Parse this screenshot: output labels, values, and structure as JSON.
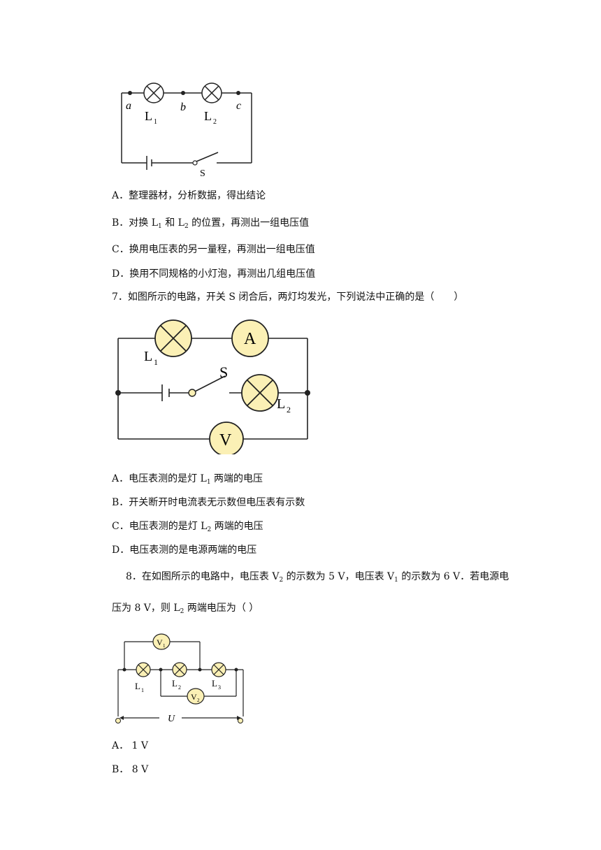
{
  "fig1": {
    "label_a": "a",
    "label_b": "b",
    "label_c": "c",
    "label_L1": "L",
    "label_L1_sub": "1",
    "label_L2": "L",
    "label_L2_sub": "2",
    "label_S": "S"
  },
  "q6_options": {
    "A": "A．整理器材，分析数据，得出结论",
    "B_pre": "B．对换 L",
    "B_sub1": "1",
    "B_mid": " 和 L",
    "B_sub2": "2",
    "B_post": " 的位置，再测出一组电压值",
    "C": "C．换用电压表的另一量程，再测出一组电压值",
    "D": "D．换用不同规格的小灯泡，再测出几组电压值"
  },
  "q7": {
    "stem": "7．如图所示的电路，开关 S 闭合后，两灯均发光，下列说法中正确的是（　　）",
    "fig": {
      "A": "A",
      "V": "V",
      "S": "S",
      "L1": "L",
      "L1_sub": "1",
      "L2": "L",
      "L2_sub": "2"
    },
    "A_pre": "A．电压表测的是灯 L",
    "A_sub": "1",
    "A_post": " 两端的电压",
    "B": "B．开关断开时电流表无示数但电压表有示数",
    "C_pre": "C．电压表测的是灯 L",
    "C_sub": "2",
    "C_post": " 两端的电压",
    "D": "D．电压表测的是电源两端的电压"
  },
  "q8": {
    "line1_a": "8．在如图所示的电路中，电压表 V",
    "line1_sub1": "2",
    "line1_b": " 的示数为 5 V，电压表 V",
    "line1_sub2": "1",
    "line1_c": " 的示数为  6 V．若电源电",
    "line2_a": "压为 8 V，则 L",
    "line2_sub": "2",
    "line2_b": " 两端电压为（  ）",
    "fig": {
      "V1": "V",
      "V1_sub": "1",
      "V2": "V",
      "V2_sub": "2",
      "L1": "L",
      "L1_sub": "1",
      "L2": "L",
      "L2_sub": "2",
      "L3": "L",
      "L3_sub": "3",
      "U": "U"
    },
    "A": "A．  1 V",
    "B": "B．  8 V"
  }
}
